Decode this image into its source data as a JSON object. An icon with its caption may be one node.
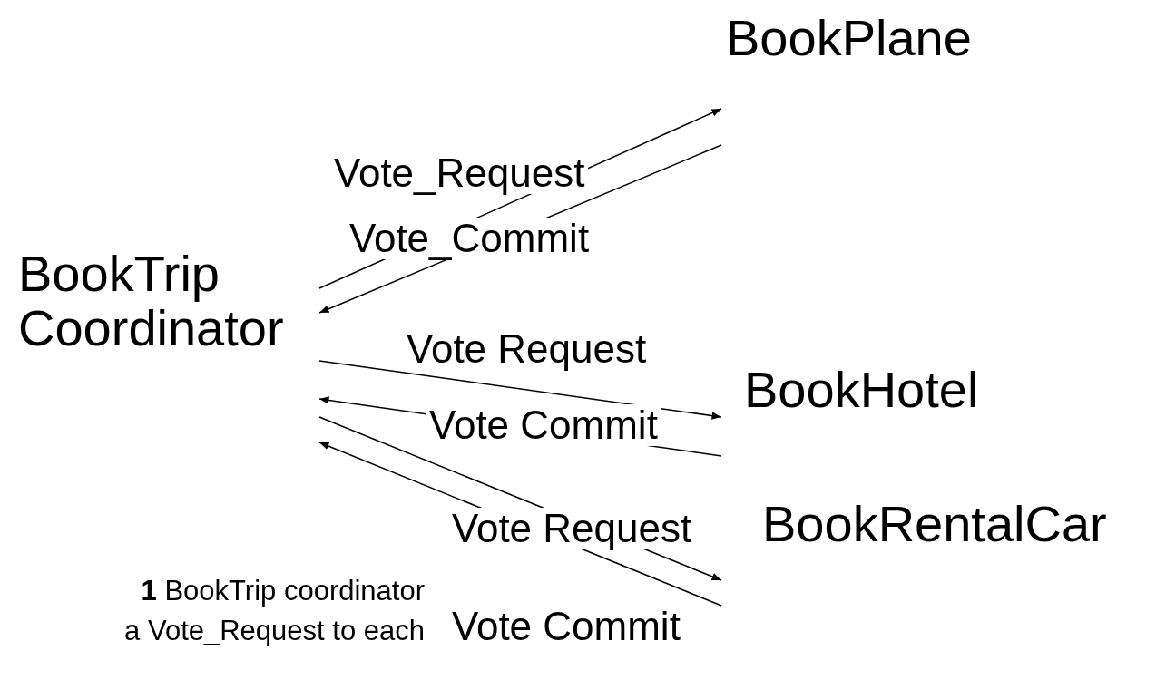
{
  "diagram": {
    "nodes": [
      {
        "text": [
          "BookTrip Coordinator"
        ]
      },
      {
        "text": [
          "BookPlane"
        ]
      },
      {
        "text": [
          "BookHotel"
        ]
      },
      {
        "text": [
          "BookRentalCar"
        ]
      }
    ],
    "edges": [
      {
        "from": 0,
        "to": 1,
        "arrow": "to",
        "label": "Vote_Request"
      },
      {
        "from": 1,
        "to": 0,
        "arrow": "to",
        "label": "Vote_Commit"
      },
      {
        "from": 0,
        "to": 2,
        "arrow": "to",
        "label": "Vote Request"
      },
      {
        "from": 2,
        "to": 0,
        "arrow": "to",
        "label": "Vote Commit"
      },
      {
        "from": 0,
        "to": 3,
        "arrow": "to",
        "label": "Vote Request"
      },
      {
        "from": 3,
        "to": 0,
        "arrow": "to",
        "label": "Vote Commit"
      }
    ],
    "labels": [
      "**1** BookTrip coordinator",
      "a Vote_Request to each"
    ]
  }
}
